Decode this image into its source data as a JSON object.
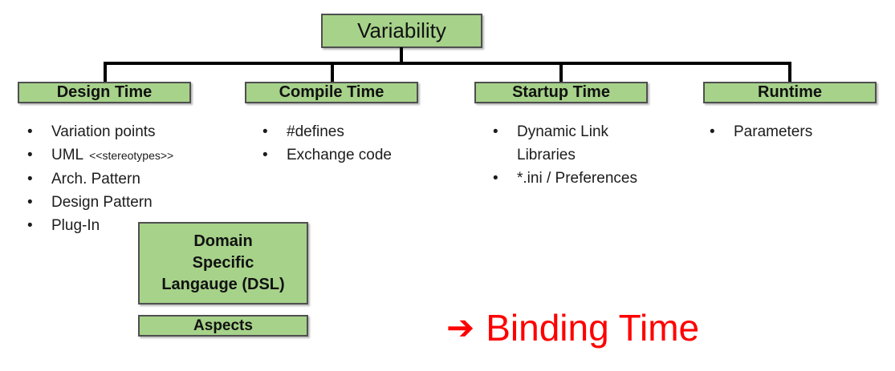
{
  "root": {
    "label": "Variability"
  },
  "columns": [
    {
      "header": "Design Time",
      "items": [
        {
          "text": "Variation points"
        },
        {
          "text": "UML",
          "annotation": "<<stereotypes>>"
        },
        {
          "text": "Arch. Pattern"
        },
        {
          "text": "Design Pattern"
        },
        {
          "text": "Plug-In"
        }
      ]
    },
    {
      "header": "Compile Time",
      "items": [
        {
          "text": "#defines"
        },
        {
          "text": "Exchange code"
        }
      ]
    },
    {
      "header": "Startup Time",
      "items": [
        {
          "text": "Dynamic Link Libraries"
        },
        {
          "text": "*.ini / Preferences"
        }
      ]
    },
    {
      "header": "Runtime",
      "items": [
        {
          "text": "Parameters"
        }
      ]
    }
  ],
  "dsl_box": {
    "lines": [
      "Domain",
      "Specific",
      "Langauge (DSL)"
    ]
  },
  "aspects_box": {
    "label": "Aspects"
  },
  "footer": {
    "arrow": "➔",
    "label": "Binding Time"
  },
  "list_style": {
    "bullet": "•"
  },
  "colors": {
    "box_fill": "#a6d28a",
    "box_border": "#4f4f4f",
    "connector": "#000000",
    "accent_red": "#ff0000",
    "text": "#1c1c1c"
  }
}
